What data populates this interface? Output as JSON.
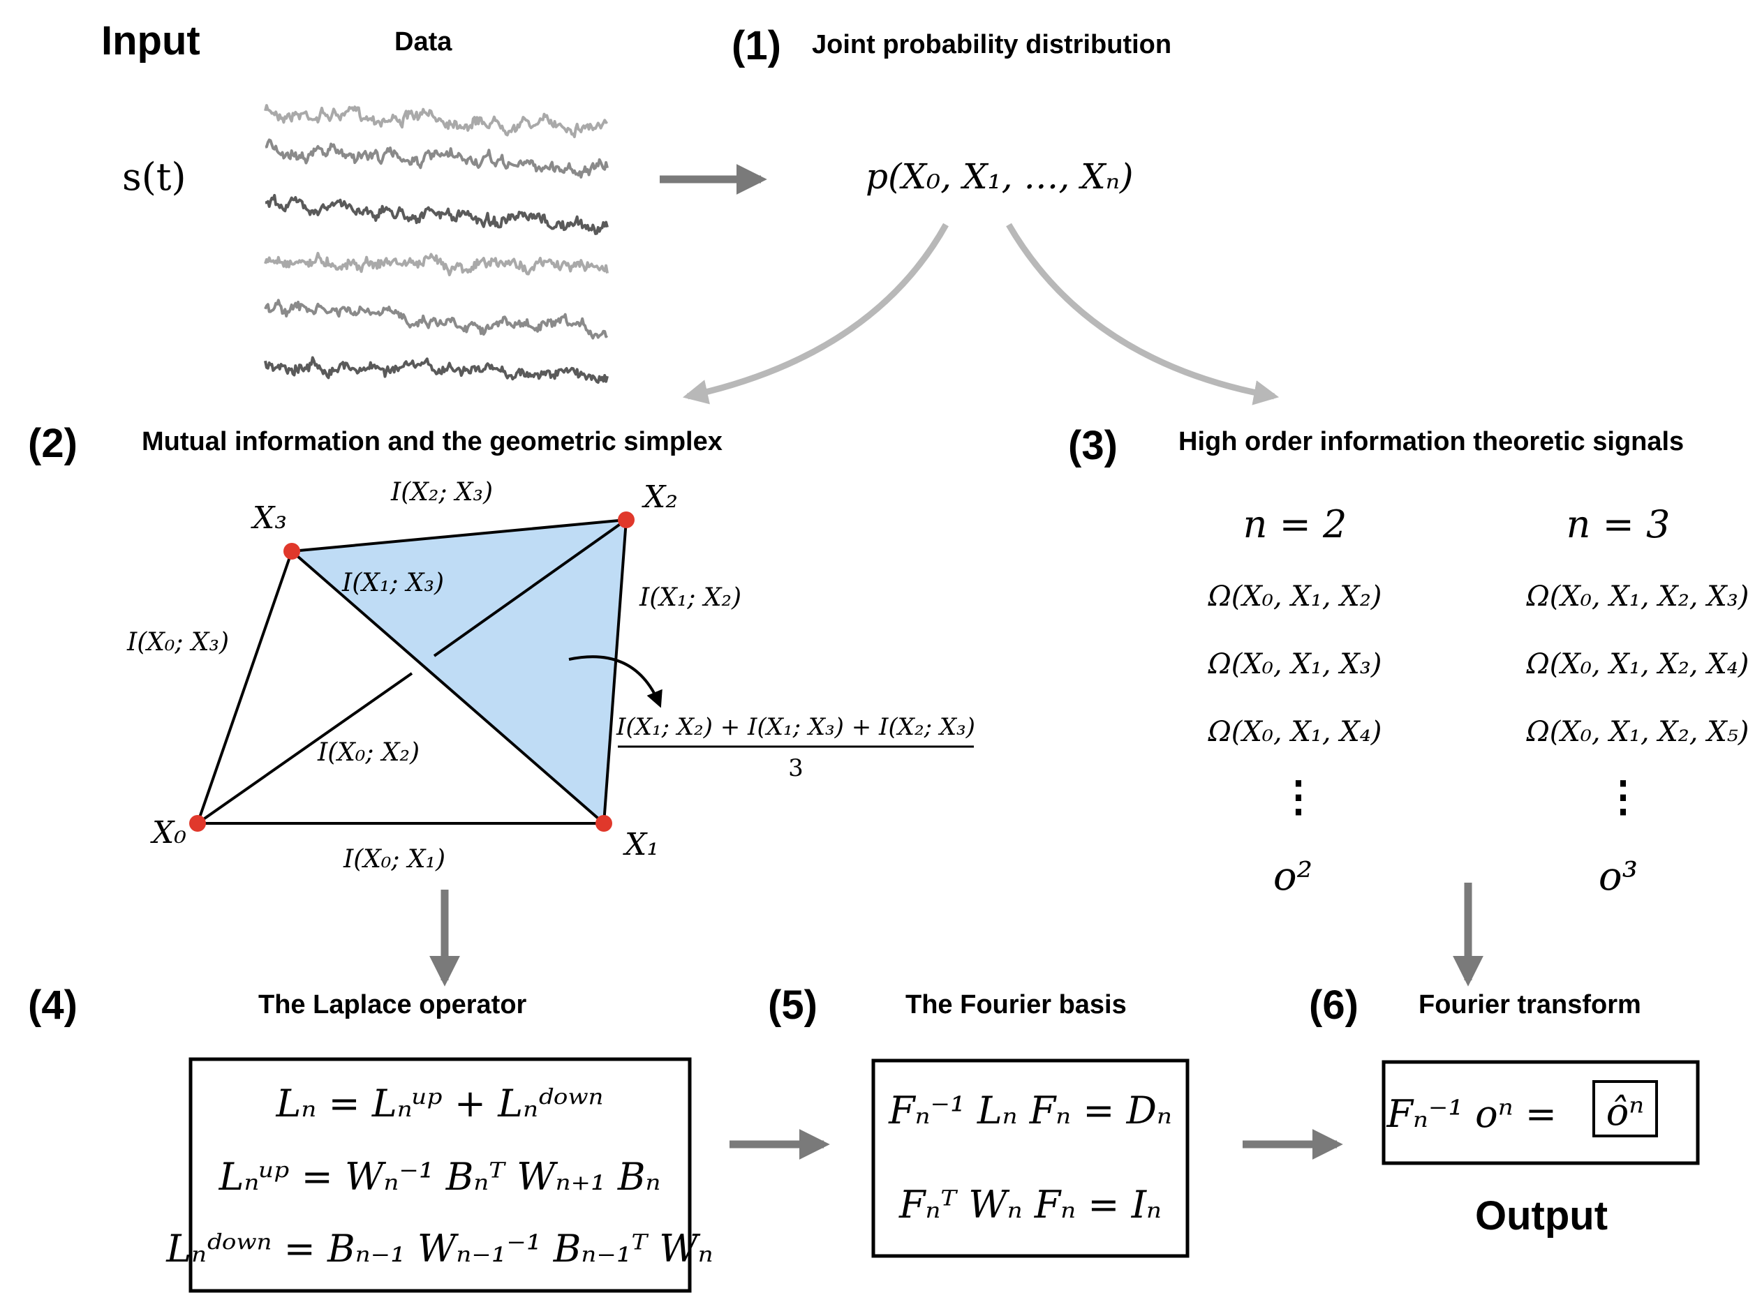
{
  "colors": {
    "arrow_gray": "#7a7a7a",
    "curve_gray": "#b8b8b8",
    "simplex_fill": "#bfdcf5",
    "node_red": "#e0382b",
    "trace_light": "#a9a9a9",
    "trace_mid": "#8a8a8a",
    "trace_dark": "#5a5a5a"
  },
  "header": {
    "input_label": "Input",
    "data_label": "Data",
    "signal_label": "s(t)"
  },
  "step1": {
    "number": "(1)",
    "title": "Joint probability distribution",
    "formula": "p(X₀, X₁, …, Xₙ)"
  },
  "step2": {
    "number": "(2)",
    "title": "Mutual information and the geometric simplex",
    "nodes": {
      "x0": "X₀",
      "x1": "X₁",
      "x2": "X₂",
      "x3": "X₃"
    },
    "edges": {
      "e23": "I(X₂; X₃)",
      "e13": "I(X₁; X₃)",
      "e12": "I(X₁; X₂)",
      "e03": "I(X₀; X₃)",
      "e02": "I(X₀; X₂)",
      "e01": "I(X₀; X₁)"
    },
    "face_numerator": "I(X₁; X₂) + I(X₁; X₃) + I(X₂; X₃)",
    "face_denominator": "3"
  },
  "step3": {
    "number": "(3)",
    "title": "High order information theoretic signals",
    "col_a": {
      "header": "n = 2",
      "items": [
        "Ω(X₀, X₁, X₂)",
        "Ω(X₀, X₁, X₃)",
        "Ω(X₀, X₁, X₄)"
      ],
      "signal": "o²"
    },
    "col_b": {
      "header": "n = 3",
      "items": [
        "Ω(X₀, X₁, X₂, X₃)",
        "Ω(X₀, X₁, X₂, X₄)",
        "Ω(X₀, X₁, X₂, X₅)"
      ],
      "signal": "o³"
    },
    "vdots": "⋮"
  },
  "step4": {
    "number": "(4)",
    "title": "The Laplace operator",
    "eq1": "Lₙ = Lₙᵘᵖ + Lₙᵈᵒʷⁿ",
    "eq2": "Lₙᵘᵖ = Wₙ⁻¹ Bₙᵀ Wₙ₊₁ Bₙ",
    "eq3": "Lₙᵈᵒʷⁿ = Bₙ₋₁ Wₙ₋₁⁻¹ Bₙ₋₁ᵀ Wₙ"
  },
  "step5": {
    "number": "(5)",
    "title": "The Fourier basis",
    "eq1": "Fₙ⁻¹ Lₙ Fₙ = Dₙ",
    "eq2": "Fₙᵀ Wₙ Fₙ = Iₙ"
  },
  "step6": {
    "number": "(6)",
    "title": "Fourier transform",
    "eq_lhs": "Fₙ⁻¹ oⁿ =",
    "eq_rhs": "ôⁿ",
    "output_label": "Output"
  }
}
